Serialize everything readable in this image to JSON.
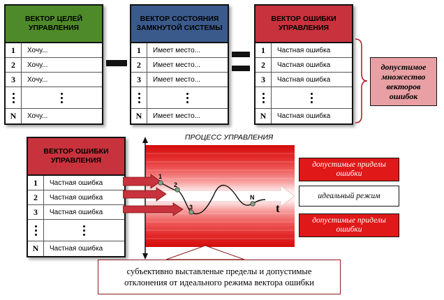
{
  "colors": {
    "green": "#4f8a2a",
    "blue": "#3a5a8c",
    "red": "#c8323c",
    "pink": "#e8a0a4",
    "stripe_red": "#d41010"
  },
  "goals": {
    "title": "ВЕКТОР ЦЕЛЕЙ УПРАВЛЕНИЯ",
    "rows": [
      {
        "n": "1",
        "t": "Хочу..."
      },
      {
        "n": "2",
        "t": "Хочу..."
      },
      {
        "n": "3",
        "t": "Хочу..."
      },
      {
        "n": "N",
        "t": "Хочу..."
      }
    ]
  },
  "state": {
    "title": "ВЕКТОР СОСТОЯНИЯ ЗАМКНУТОЙ СИСТЕМЫ",
    "rows": [
      {
        "n": "1",
        "t": "Имеет место..."
      },
      {
        "n": "2",
        "t": "Имеет место..."
      },
      {
        "n": "3",
        "t": "Имеет место..."
      },
      {
        "n": "N",
        "t": "Имеет место..."
      }
    ]
  },
  "error_top": {
    "title": "ВЕКТОР ОШИБКИ УПРАВЛЕНИЯ",
    "rows": [
      {
        "n": "1",
        "t": "Частная ошибка"
      },
      {
        "n": "2",
        "t": "Частная ошибка"
      },
      {
        "n": "3",
        "t": "Частная ошибка"
      },
      {
        "n": "N",
        "t": "Частная ошибка"
      }
    ]
  },
  "allowed_set": "допустимое множество векторов ошибок",
  "error_bottom": {
    "title": "ВЕКТОР ОШИБКИ УПРАВЛЕНИЯ",
    "rows": [
      {
        "n": "1",
        "t": "Частная ошибка"
      },
      {
        "n": "2",
        "t": "Частная ошибка"
      },
      {
        "n": "3",
        "t": "Частная ошибка"
      },
      {
        "n": "N",
        "t": "Частная ошибка"
      }
    ]
  },
  "process": {
    "title": "ПРОЦЕСС УПРАВЛЕНИЯ",
    "t_label": "t",
    "points": [
      "1",
      "2",
      "3",
      "N"
    ]
  },
  "limit_upper": "допустимые приделы ошибки",
  "ideal_mode": "идеальный режим",
  "limit_lower": "допустимые приделы ошибки",
  "caption": "субъективно выставленые пределы и допустимые отклонения от идеального режима вектора ошибки"
}
